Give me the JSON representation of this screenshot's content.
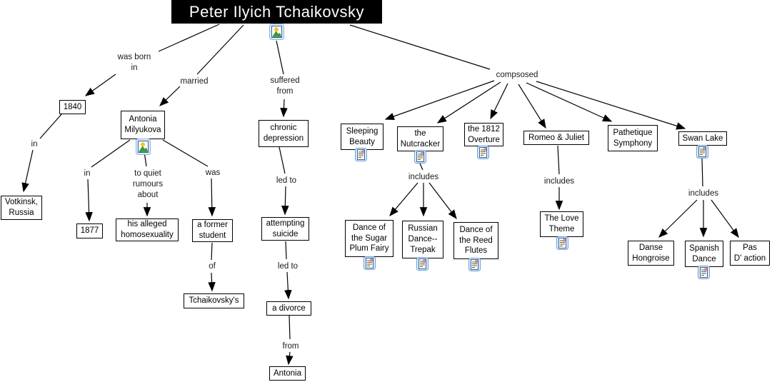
{
  "colors": {
    "root_bg": "#000000",
    "root_fg": "#ffffff",
    "concept_bg": "#ffffff",
    "concept_border": "#000000",
    "line": "#000000",
    "icon_border": "#6fa0d8"
  },
  "root": {
    "label": "Peter Ilyich Tchaikovsky"
  },
  "concepts": {
    "year1840": "1840",
    "votkinsk": "Votkinsk,\nRussia",
    "antonia_milyukova": "Antonia\nMilyukova",
    "year1877": "1877",
    "alleged": "his alleged\nhomosexuality",
    "former_student": "a former\nstudent",
    "tchaikovskys": "Tchaikovsky's",
    "chronic_depression": "chronic\ndepression",
    "attempting_suicide": "attempting\nsuicide",
    "a_divorce": "a divorce",
    "antonia": "Antonia",
    "sleeping_beauty": "Sleeping\nBeauty",
    "nutcracker": "the\nNutcracker",
    "overture_1812": "the 1812\nOverture",
    "romeo_juliet": "Romeo & Juliet",
    "pathetique": "Pathetique\nSymphony",
    "swan_lake": "Swan Lake",
    "sugar_plum": "Dance of\nthe Sugar\nPlum Fairy",
    "russian_dance": "Russian\nDance--\nTrepak",
    "reed_flutes": "Dance of\nthe Reed\nFlutes",
    "love_theme": "The Love\nTheme",
    "danse_hongroise": "Danse\nHongroise",
    "spanish_dance": "Spanish\nDance",
    "pas_daction": "Pas\nD' action"
  },
  "links": {
    "was_born_in": "was born\nin",
    "in1": "in",
    "married": "married",
    "in2": "in",
    "to_quiet": "to quiet\nrumours\nabout",
    "was": "was",
    "of": "of",
    "suffered_from": "suffered\nfrom",
    "led_to1": "led to",
    "led_to2": "led to",
    "from": "from",
    "composed": "compsosed",
    "includes_nutcracker": "includes",
    "includes_romeo": "includes",
    "includes_swan": "includes"
  },
  "icons": {
    "image": "image-resource-icon",
    "document": "document-resource-icon"
  }
}
